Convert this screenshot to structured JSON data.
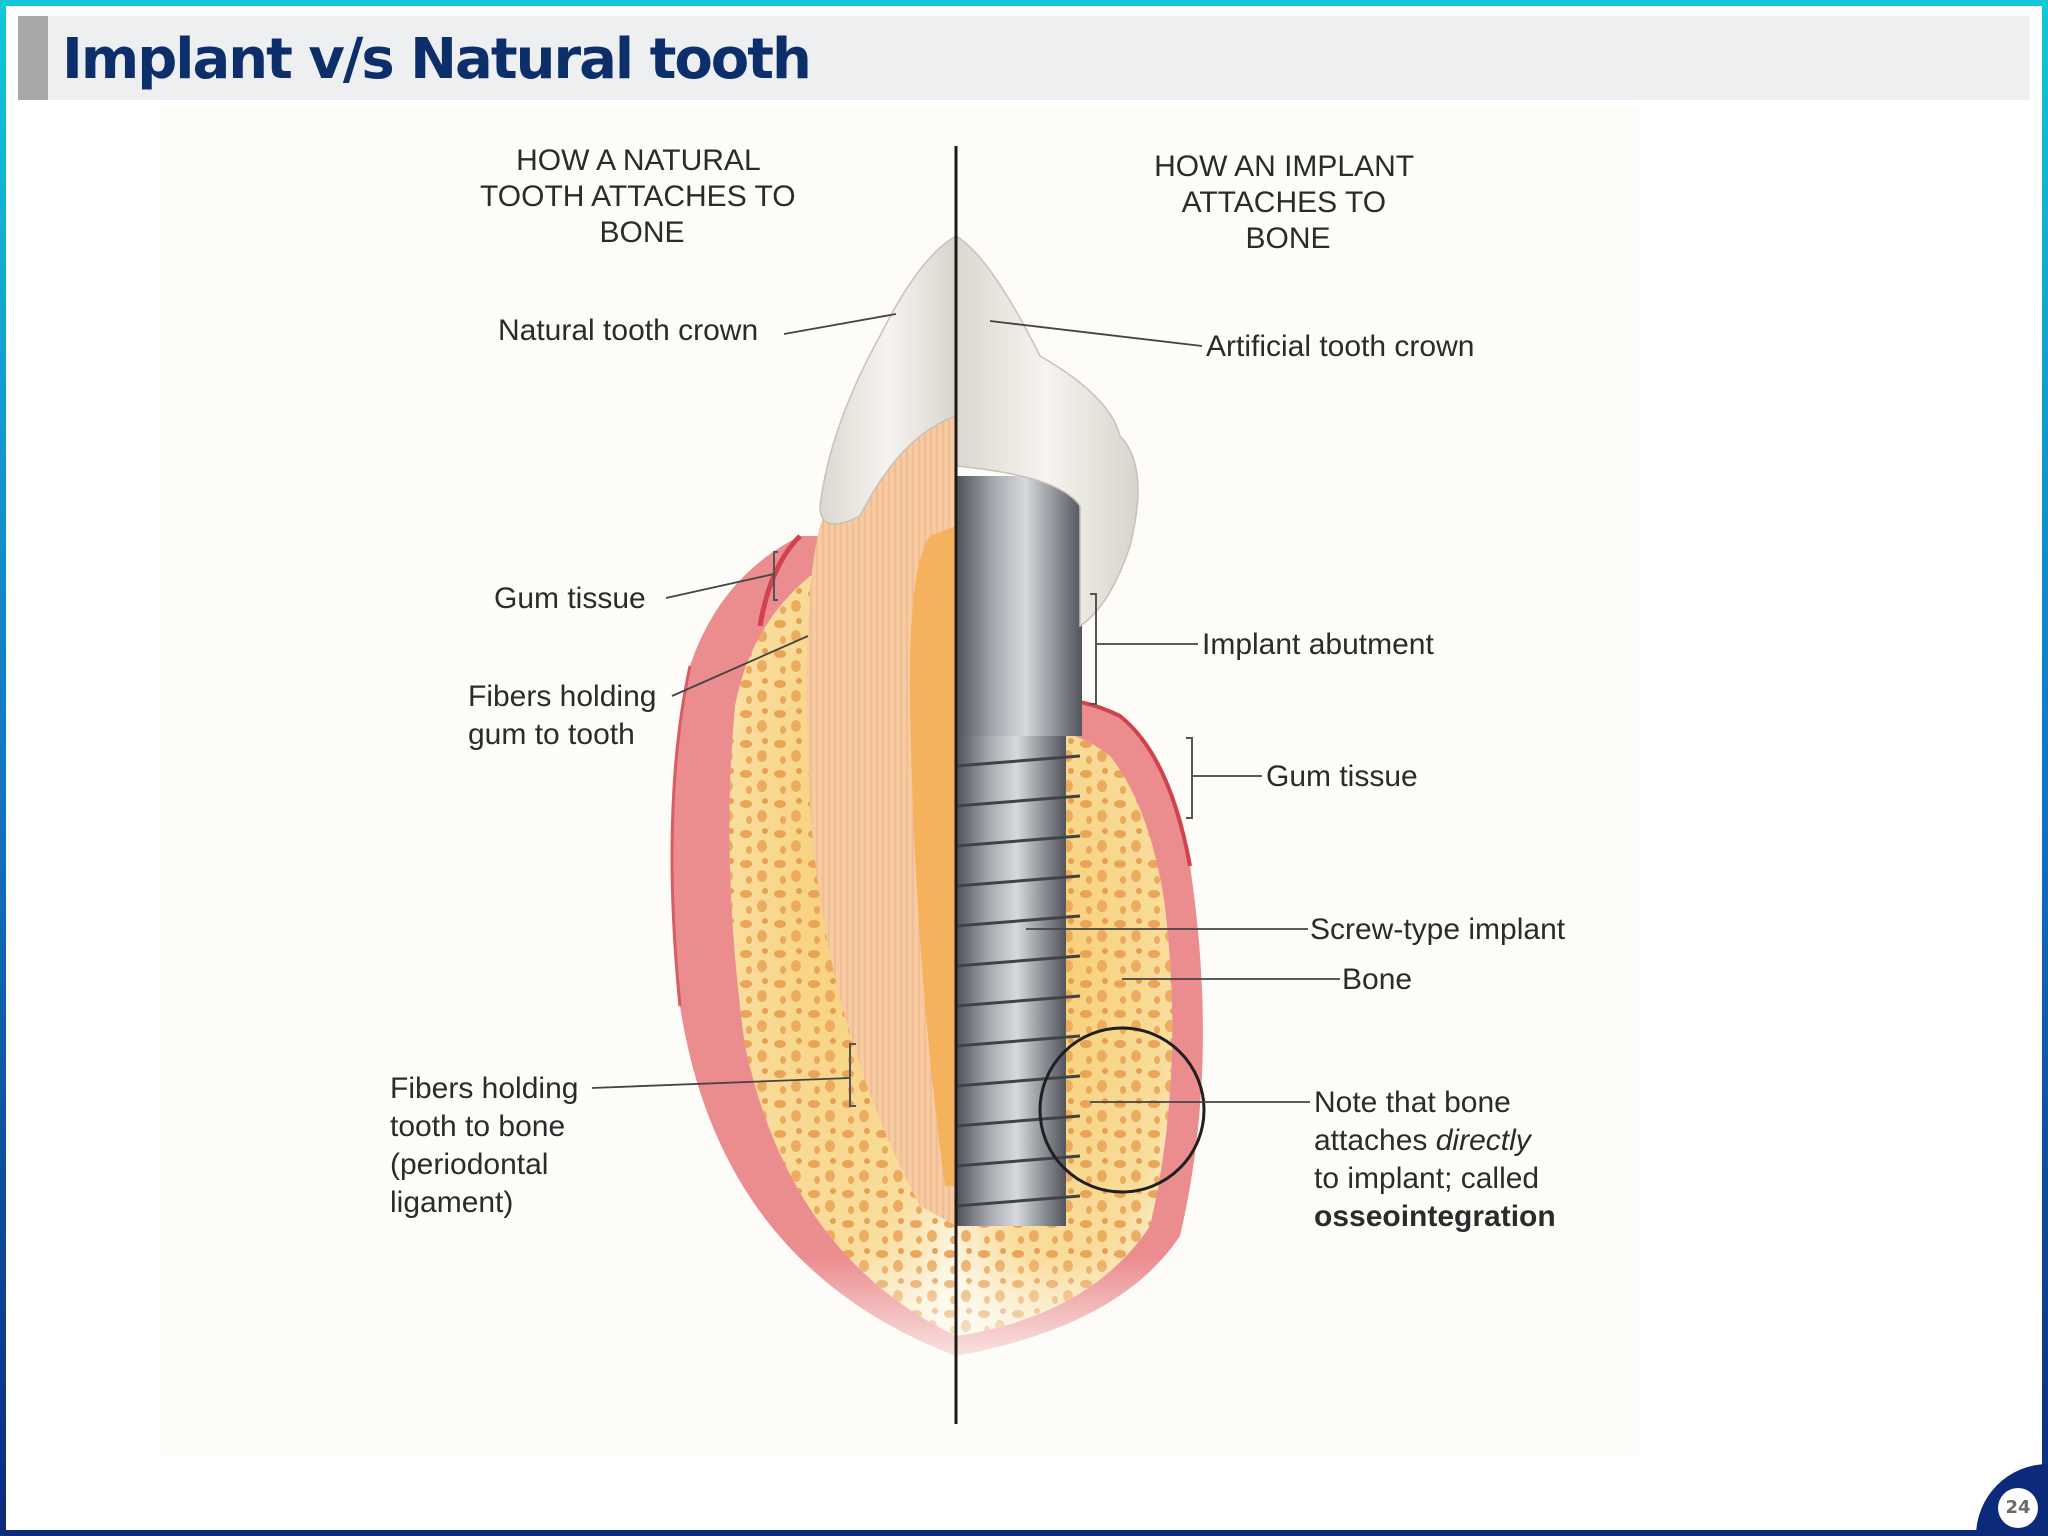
{
  "slide": {
    "title": "Implant v/s Natural tooth",
    "page_number": "24"
  },
  "diagram": {
    "left_header": [
      "HOW A NATURAL",
      "TOOTH ATTACHES TO",
      "BONE"
    ],
    "right_header": [
      "HOW AN IMPLANT",
      "ATTACHES TO",
      "BONE"
    ],
    "labels": {
      "natural_crown": "Natural tooth crown",
      "artificial_crown": "Artificial tooth crown",
      "gum_left": "Gum tissue",
      "fibers_gum": [
        "Fibers holding",
        "gum to tooth"
      ],
      "implant_abutment": "Implant abutment",
      "gum_right": "Gum tissue",
      "screw_implant": "Screw-type implant",
      "bone": "Bone",
      "fibers_bone": [
        "Fibers holding",
        "tooth to bone",
        "(periodontal",
        "ligament)"
      ],
      "note_line1": "Note that bone",
      "note_line2_a": "attaches ",
      "note_line2_b": "directly",
      "note_line3": "to implant; called",
      "note_line4": "osseointegration"
    },
    "colors": {
      "gum": "#e9868a",
      "bone": "#f6cd7a",
      "bone_pores": "#e79b4c",
      "enamel": "#ece9e3",
      "dentin": "#f7cba0",
      "pulp": "#f5b15c",
      "metal": "#7f8389"
    }
  }
}
